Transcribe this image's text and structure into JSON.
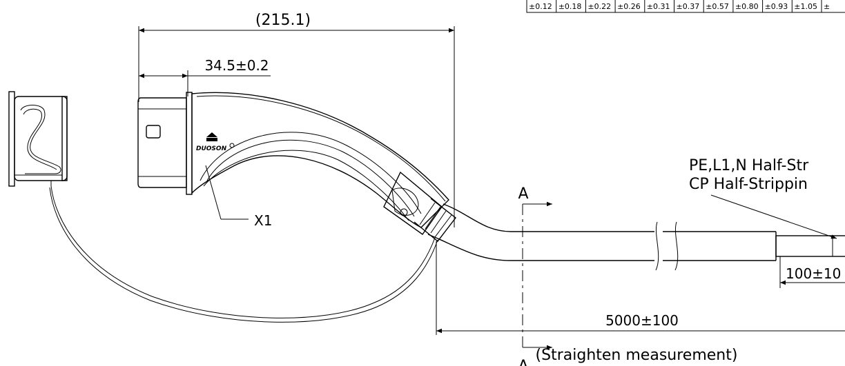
{
  "tolerance_row": [
    "±0.12",
    "±0.18",
    "±0.22",
    "±0.26",
    "±0.31",
    "±0.37",
    "±0.57",
    "±0.80",
    "±0.93",
    "±1.05",
    "±"
  ],
  "dimensions": {
    "overall_length": "(215.1)",
    "head_length": "34.5±0.2",
    "cable_length": "5000±100",
    "strip_length": "100±10",
    "measure_note": "(Straighten measurement)"
  },
  "labels": {
    "part_ref": "X1",
    "section_top": "A",
    "section_bottom": "A",
    "note_line1": "PE,L1,N Half-Str",
    "note_line2": "CP Half-Strippin",
    "brand": "DUOSON"
  }
}
